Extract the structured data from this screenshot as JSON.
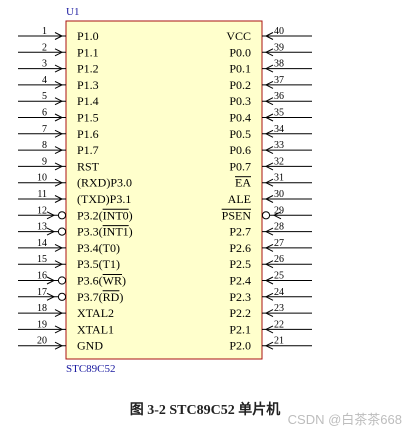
{
  "component": {
    "ref_designator": "U1",
    "part_name": "STC89C52",
    "colors": {
      "body_fill": "#ffffcc",
      "outline": "#aa1010",
      "pin_line": "#000000",
      "label_text": "#1a1aa0"
    },
    "left_pins": [
      {
        "num": "1",
        "label": "P1.0",
        "bubble": false,
        "overline": ""
      },
      {
        "num": "2",
        "label": "P1.1",
        "bubble": false,
        "overline": ""
      },
      {
        "num": "3",
        "label": "P1.2",
        "bubble": false,
        "overline": ""
      },
      {
        "num": "4",
        "label": "P1.3",
        "bubble": false,
        "overline": ""
      },
      {
        "num": "5",
        "label": "P1.4",
        "bubble": false,
        "overline": ""
      },
      {
        "num": "6",
        "label": "P1.5",
        "bubble": false,
        "overline": ""
      },
      {
        "num": "7",
        "label": "P1.6",
        "bubble": false,
        "overline": ""
      },
      {
        "num": "8",
        "label": "P1.7",
        "bubble": false,
        "overline": ""
      },
      {
        "num": "9",
        "label": "RST",
        "bubble": false,
        "overline": ""
      },
      {
        "num": "10",
        "label": "(RXD)P3.0",
        "bubble": false,
        "overline": ""
      },
      {
        "num": "11",
        "label": "(TXD)P3.1",
        "bubble": false,
        "overline": ""
      },
      {
        "num": "12",
        "label": "P3.2(INT0)",
        "bubble": true,
        "overline": "INT0"
      },
      {
        "num": "13",
        "label": "P3.3(INT1)",
        "bubble": true,
        "overline": "INT1"
      },
      {
        "num": "14",
        "label": "P3.4(T0)",
        "bubble": false,
        "overline": ""
      },
      {
        "num": "15",
        "label": "P3.5(T1)",
        "bubble": false,
        "overline": ""
      },
      {
        "num": "16",
        "label": "P3.6(WR)",
        "bubble": true,
        "overline": "WR"
      },
      {
        "num": "17",
        "label": "P3.7(RD)",
        "bubble": true,
        "overline": "RD"
      },
      {
        "num": "18",
        "label": "XTAL2",
        "bubble": false,
        "overline": ""
      },
      {
        "num": "19",
        "label": "XTAL1",
        "bubble": false,
        "overline": ""
      },
      {
        "num": "20",
        "label": "GND",
        "bubble": false,
        "overline": ""
      }
    ],
    "right_pins": [
      {
        "num": "40",
        "label": "VCC",
        "bubble": false,
        "overline": ""
      },
      {
        "num": "39",
        "label": "P0.0",
        "bubble": false,
        "overline": ""
      },
      {
        "num": "38",
        "label": "P0.1",
        "bubble": false,
        "overline": ""
      },
      {
        "num": "37",
        "label": "P0.2",
        "bubble": false,
        "overline": ""
      },
      {
        "num": "36",
        "label": "P0.3",
        "bubble": false,
        "overline": ""
      },
      {
        "num": "35",
        "label": "P0.4",
        "bubble": false,
        "overline": ""
      },
      {
        "num": "34",
        "label": "P0.5",
        "bubble": false,
        "overline": ""
      },
      {
        "num": "33",
        "label": "P0.6",
        "bubble": false,
        "overline": ""
      },
      {
        "num": "32",
        "label": "P0.7",
        "bubble": false,
        "overline": ""
      },
      {
        "num": "31",
        "label": "EA",
        "bubble": false,
        "overline": "EA"
      },
      {
        "num": "30",
        "label": "ALE",
        "bubble": false,
        "overline": ""
      },
      {
        "num": "29",
        "label": "PSEN",
        "bubble": true,
        "overline": "PSEN"
      },
      {
        "num": "28",
        "label": "P2.7",
        "bubble": false,
        "overline": ""
      },
      {
        "num": "27",
        "label": "P2.6",
        "bubble": false,
        "overline": ""
      },
      {
        "num": "26",
        "label": "P2.5",
        "bubble": false,
        "overline": ""
      },
      {
        "num": "25",
        "label": "P2.4",
        "bubble": false,
        "overline": ""
      },
      {
        "num": "24",
        "label": "P2.3",
        "bubble": false,
        "overline": ""
      },
      {
        "num": "23",
        "label": "P2.2",
        "bubble": false,
        "overline": ""
      },
      {
        "num": "22",
        "label": "P2.1",
        "bubble": false,
        "overline": ""
      },
      {
        "num": "21",
        "label": "P2.0",
        "bubble": false,
        "overline": ""
      }
    ]
  },
  "caption": "图 3-2 STC89C52 单片机",
  "watermark": "CSDN @白茶茶668"
}
